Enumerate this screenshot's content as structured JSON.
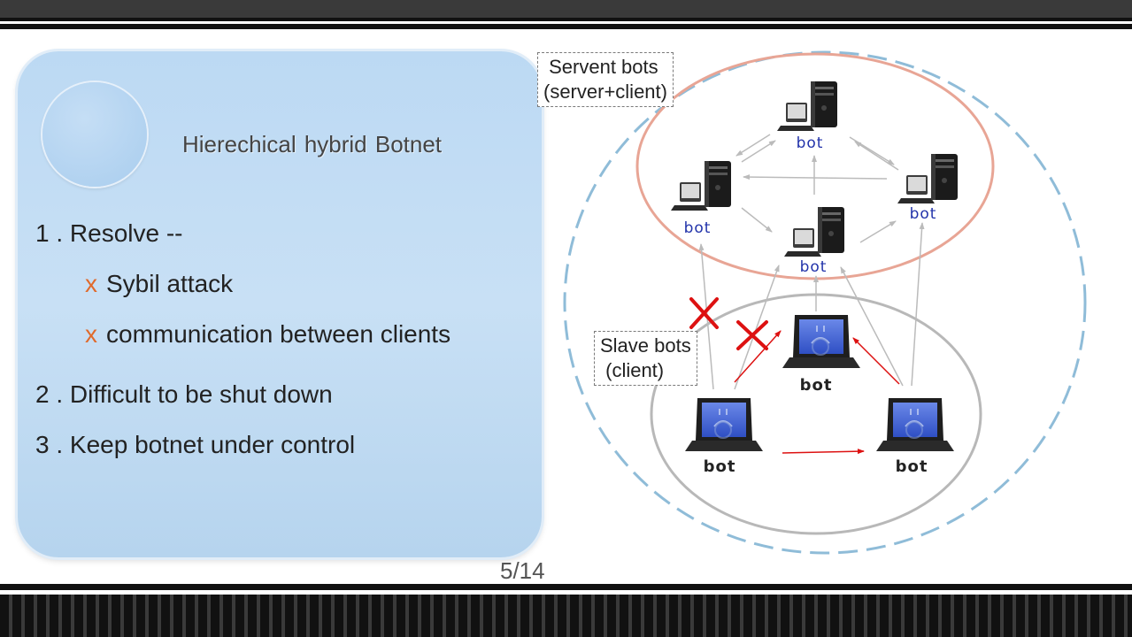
{
  "slide": {
    "title": "Hierechical  hybrid Botnet",
    "page": "5/14",
    "points": [
      {
        "num": "1 .",
        "text": "Resolve --"
      },
      {
        "num": "2 .",
        "text": "Difficult to be shut down"
      },
      {
        "num": "3 .",
        "text": "Keep botnet under control"
      }
    ],
    "subpoints": [
      {
        "mark": "x",
        "text": "Sybil attack"
      },
      {
        "mark": "x",
        "text": "communication between clients"
      }
    ]
  },
  "diagram": {
    "servent_label": " Servent bots\n(server+client)",
    "slave_label": "Slave bots\n (client)",
    "bot_label": "bot",
    "colors": {
      "outer_dashed": "#8fbcd8",
      "servent_ring": "#e8a595",
      "slave_ring": "#b8b8b8",
      "red_link": "#dd1111",
      "gray_link": "#bbbbbb",
      "server_label": "#2233aa"
    }
  }
}
